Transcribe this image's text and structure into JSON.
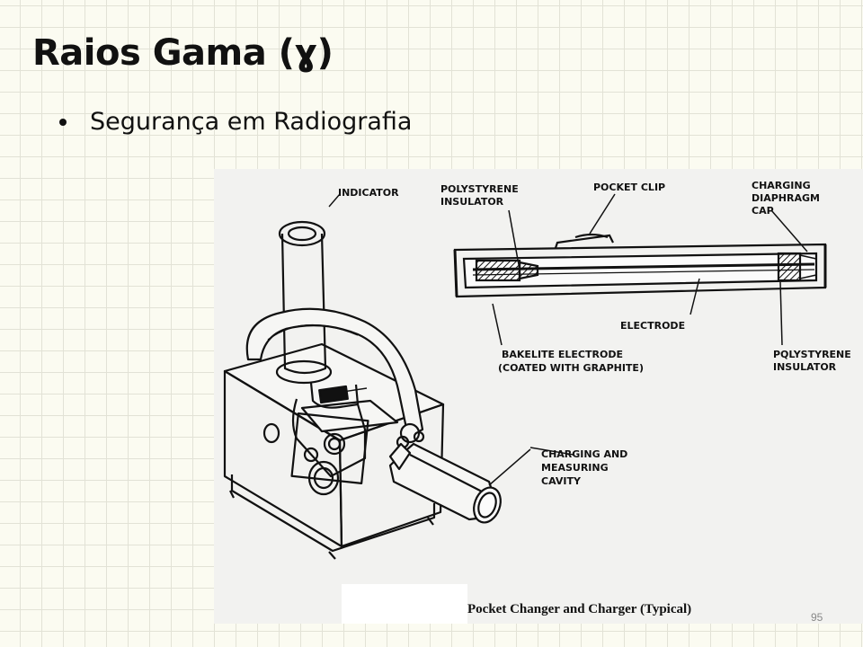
{
  "slide": {
    "title": "Raios Gama (ɣ)",
    "bullet": "Segurança em Radiografia",
    "page_number": "95"
  },
  "figure": {
    "labels": {
      "indicator": "INDICATOR",
      "polystyrene_insulator_1": "POLYSTYRENE",
      "polystyrene_insulator_2": "INSULATOR",
      "pocket_clip": "POCKET CLIP",
      "charging_diaphragm_1": "CHARGING",
      "charging_diaphragm_2": "DIAPHRAGM",
      "charging_diaphragm_3": "CAP",
      "electrode": "ELECTRODE",
      "bakelite_1": "BAKELITE ELECTRODE",
      "bakelite_2": "(COATED WITH GRAPHITE)",
      "polystyrene_right_1": "PQLYSTYRENE",
      "polystyrene_right_2": "INSULATOR",
      "charging_cavity_1": "CHARGING AND",
      "charging_cavity_2": "MEASURING",
      "charging_cavity_3": "CAVITY"
    },
    "caption": "Pocket Changer and Charger (Typical)"
  }
}
